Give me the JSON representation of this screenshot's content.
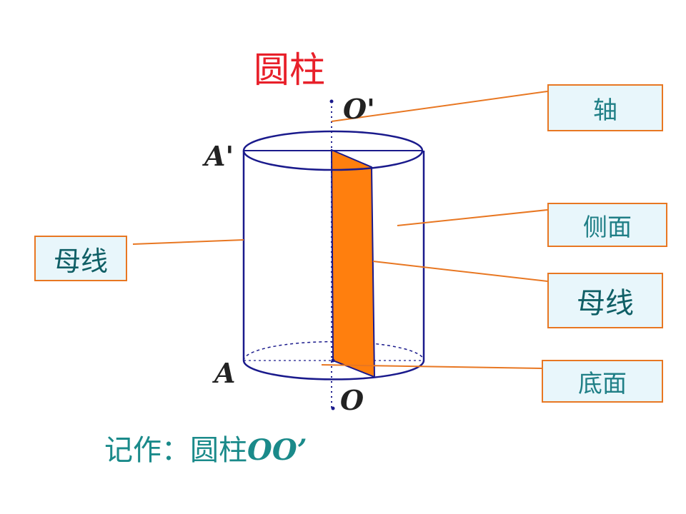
{
  "title": "圆柱",
  "labels": {
    "axis": "轴",
    "lateral_surface": "侧面",
    "generatrix_right": "母线",
    "base": "底面",
    "generatrix_left": "母线"
  },
  "points": {
    "O_prime": "O'",
    "A_prime": "A'",
    "A": "A",
    "O": "O"
  },
  "caption": {
    "prefix": "记作：圆柱",
    "symbol": "OO’"
  },
  "colors": {
    "title": "#e8202a",
    "outline": "#1a1a8c",
    "section_fill": "#ff7f0e",
    "leader": "#e87722",
    "box_border": "#e87722",
    "box_fill": "#e8f6fb",
    "label_text": "#1f7f86"
  }
}
